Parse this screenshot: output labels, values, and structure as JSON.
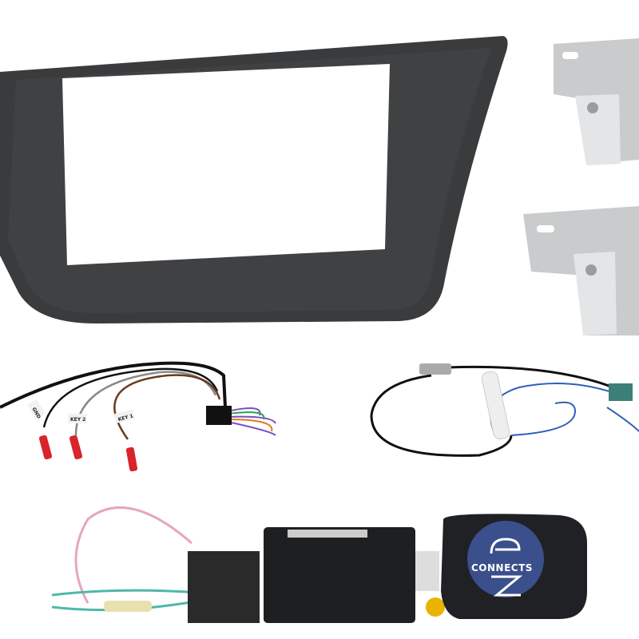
{
  "photo": {
    "wire_labels": [
      "GND",
      "KEY 2",
      "KEY 1"
    ],
    "logo_text": "CONNECTS",
    "logo_mark": "2",
    "colors": {
      "fascia": "#3a3b3d",
      "bracket": "#c9cbcc",
      "interface_box": "#202124",
      "logo_blue": "#3a4f8c",
      "red_terminal": "#d8242b",
      "antenna_adapter": "#3c7f78"
    }
  }
}
